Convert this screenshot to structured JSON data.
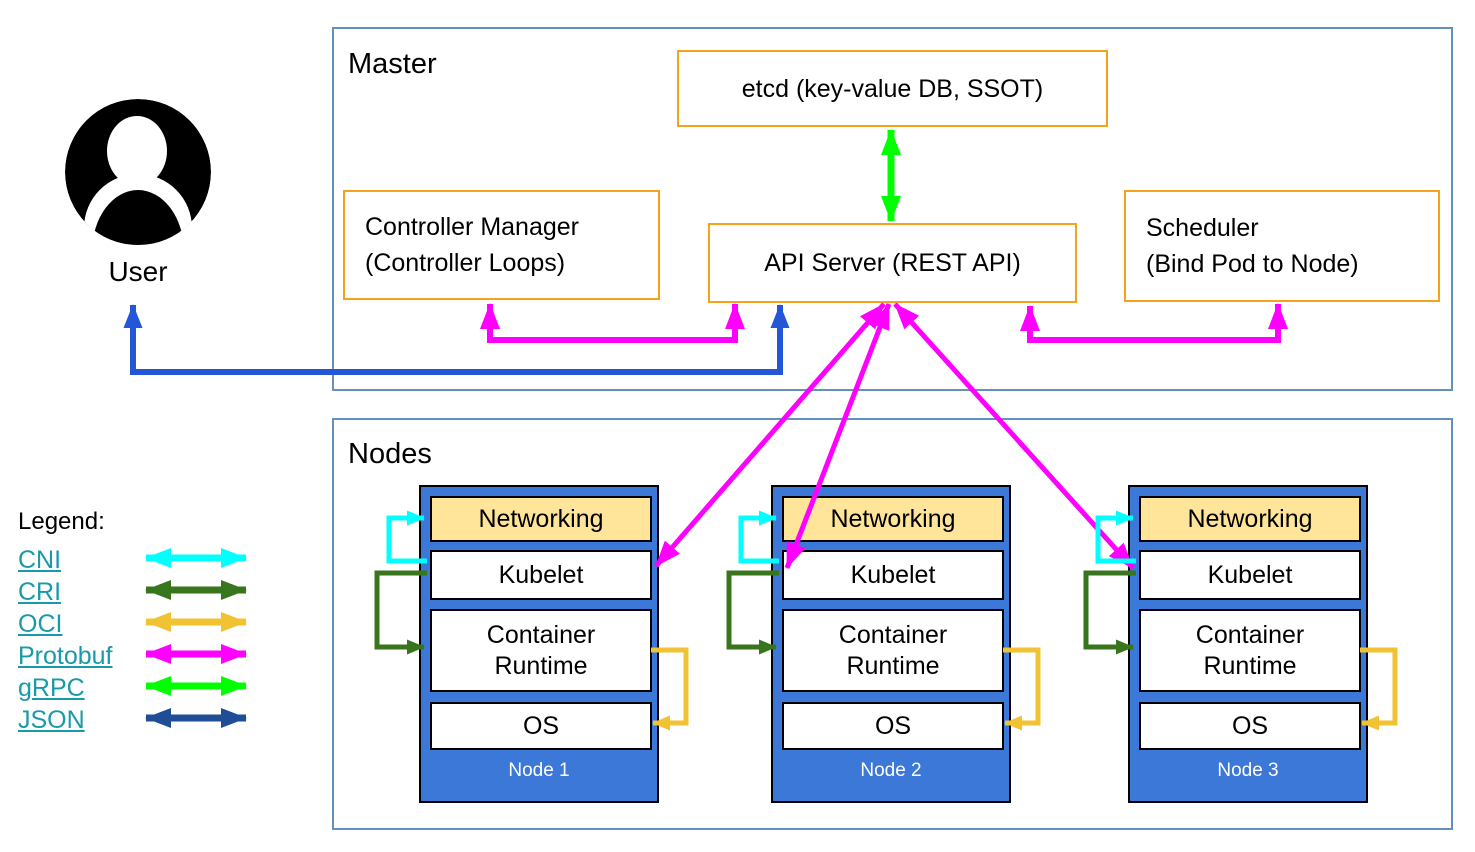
{
  "master": {
    "title": "Master",
    "etcd_label": "etcd (key-value DB, SSOT)",
    "api_server_label": "API Server (REST API)",
    "controller_manager_line1": "Controller Manager",
    "controller_manager_line2": "(Controller Loops)",
    "scheduler_line1": "Scheduler",
    "scheduler_line2": "(Bind Pod to Node)"
  },
  "nodes_section": {
    "title": "Nodes",
    "nodes": [
      {
        "label": "Node 1",
        "layers": [
          "Networking",
          "Kubelet",
          "Container Runtime",
          "OS"
        ]
      },
      {
        "label": "Node 2",
        "layers": [
          "Networking",
          "Kubelet",
          "Container Runtime",
          "OS"
        ]
      },
      {
        "label": "Node 3",
        "layers": [
          "Networking",
          "Kubelet",
          "Container Runtime",
          "OS"
        ]
      }
    ]
  },
  "user": {
    "label": "User"
  },
  "legend": {
    "title": "Legend:",
    "items": [
      {
        "label": "CNI"
      },
      {
        "label": "CRI"
      },
      {
        "label": "OCI"
      },
      {
        "label": "Protobuf"
      },
      {
        "label": "gRPC"
      },
      {
        "label": "JSON"
      }
    ]
  },
  "colors": {
    "cni": "#00ffff",
    "cri": "#38761d",
    "oci": "#f1c232",
    "protobuf": "#ff00ff",
    "grpc": "#00ff00",
    "json": "#1f4e96",
    "user_arrow": "#2457d8",
    "box_border_orange": "#f5a31b",
    "panel_border_blue": "#6590ba",
    "node_fill": "#3c78d8",
    "networking_fill": "#ffe599",
    "legend_link": "#189aab"
  }
}
